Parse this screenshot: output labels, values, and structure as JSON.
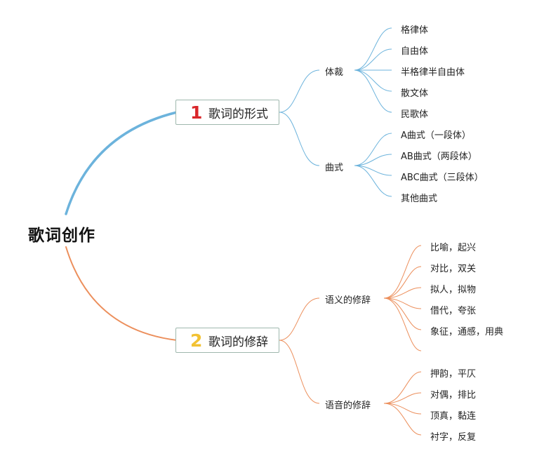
{
  "root": {
    "label": "歌词创作"
  },
  "colors": {
    "branch1": "#6cb3dc",
    "branch2": "#ec8f5c",
    "box_border": "#9fb8ae",
    "num1": "#d9262a",
    "num2": "#f2c233"
  },
  "branches": [
    {
      "number": "1",
      "label": "歌词的形式",
      "subs": [
        {
          "label": "体裁",
          "leaves": [
            "格律体",
            "自由体",
            "半格律半自由体",
            "散文体",
            "民歌体"
          ]
        },
        {
          "label": "曲式",
          "leaves": [
            "A曲式（一段体）",
            "AB曲式（两段体）",
            "ABC曲式（三段体）",
            "其他曲式"
          ]
        }
      ]
    },
    {
      "number": "2",
      "label": "歌词的修辞",
      "subs": [
        {
          "label": "语义的修辞",
          "leaves": [
            "比喻，起兴",
            "对比，双关",
            "拟人，拟物",
            "借代，夸张",
            "象征，通感，用典",
            ""
          ]
        },
        {
          "label": "语音的修辞",
          "leaves": [
            "押韵，平仄",
            "对偶，排比",
            "顶真，黏连",
            "衬字，反复"
          ]
        }
      ]
    }
  ]
}
